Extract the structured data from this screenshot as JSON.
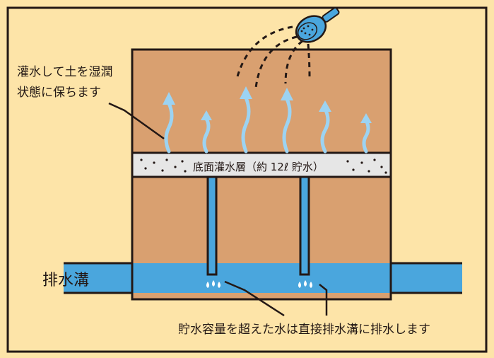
{
  "labels": {
    "irrigate_line1": "灌水して土を湿潤",
    "irrigate_line2": "状態に保ちます",
    "reservoir_layer": "底面灌水層（約 12ℓ 貯水）",
    "drain_channel": "排水溝",
    "overflow_note": "貯水容量を超えた水は直接排水溝に排水します"
  },
  "colors": {
    "background": "#fde4a8",
    "soil": "#d9a070",
    "water": "#4aa6dd",
    "arrow": "#9cd3f2",
    "layer": "#e6e6e6",
    "stroke": "#231815"
  },
  "icons": {
    "shower": "shower-head-icon",
    "arrows": "rising-water-arrow-icon",
    "drops": "water-drop-icon"
  }
}
